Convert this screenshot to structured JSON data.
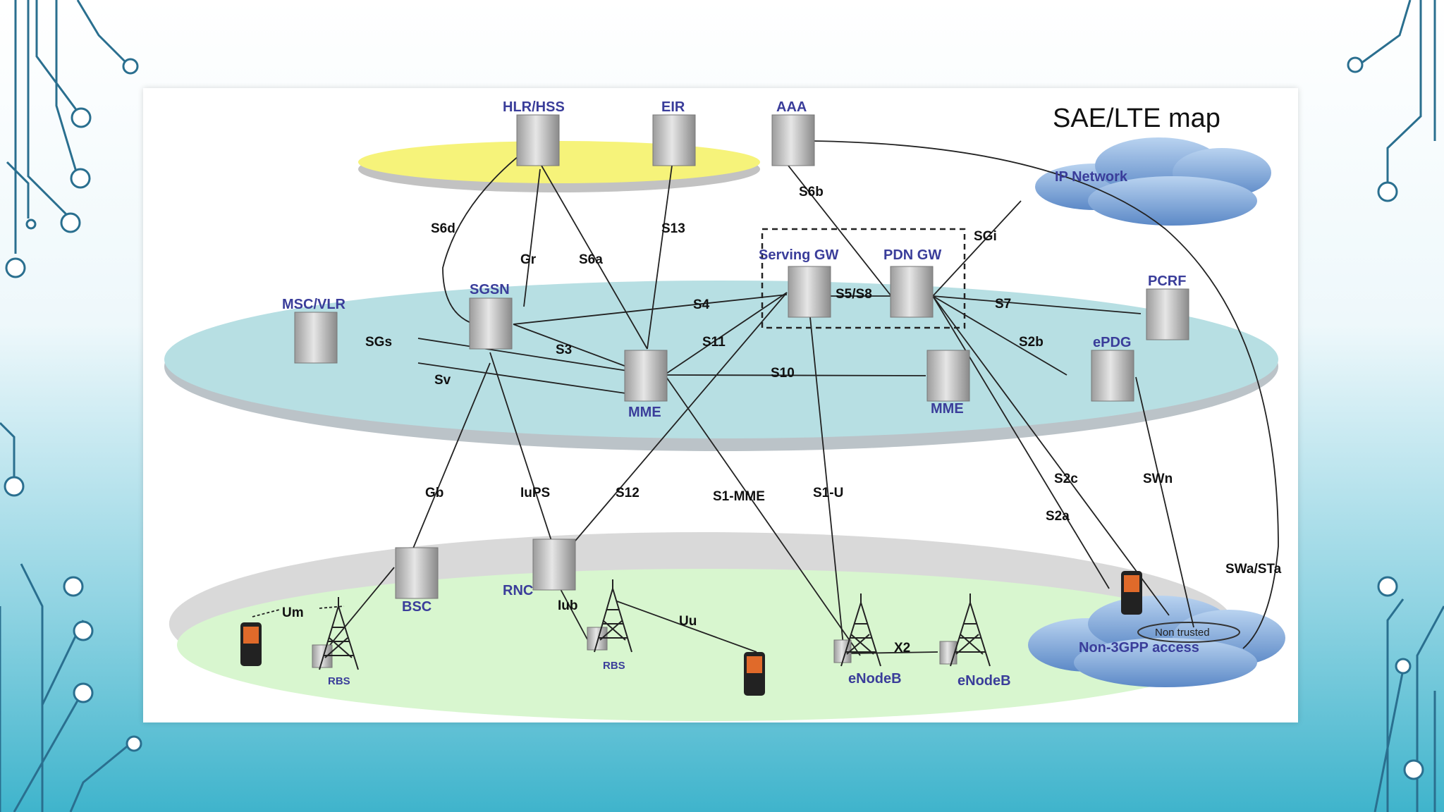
{
  "diagram": {
    "title": "SAE/LTE map",
    "colors": {
      "top_layer": "#f6f37a",
      "core_layer": "#b7dfe3",
      "access_layer": "#d8f6cf",
      "cloud": "#7fa6d8",
      "label": "#3a3d9a"
    },
    "nodes": {
      "hlr_hss": "HLR/HSS",
      "eir": "EIR",
      "aaa": "AAA",
      "ip_network": "IP Network",
      "serving_gw": "Serving  GW",
      "pdn_gw": "PDN GW",
      "pcrf": "PCRF",
      "msc_vlr": "MSC/VLR",
      "sgsn": "SGSN",
      "mme_1": "MME",
      "mme_2": "MME",
      "epdg": "ePDG",
      "bsc": "BSC",
      "rnc": "RNC",
      "rbs_1": "RBS",
      "rbs_2": "RBS",
      "enodeb_1": "eNodeB",
      "enodeb_2": "eNodeB",
      "non_trusted": "Non trusted",
      "non_3gpp": "Non-3GPP access"
    },
    "interfaces": {
      "s6b": "S6b",
      "s6d": "S6d",
      "s13": "S13",
      "sgi": "SGi",
      "gr": "Gr",
      "s6a": "S6a",
      "s4": "S4",
      "s5s8": "S5/S8",
      "s7": "S7",
      "sgs": "SGs",
      "s3": "S3",
      "s11": "S11",
      "s2b": "S2b",
      "sv": "Sv",
      "s10": "S10",
      "gb": "Gb",
      "iups": "IuPS",
      "s12": "S12",
      "s1mme": "S1-MME",
      "s1u": "S1-U",
      "s2c": "S2c",
      "swn": "SWn",
      "s2a": "S2a",
      "swa_sta": "SWa/STa",
      "um": "Um",
      "iub": "Iub",
      "uu": "Uu",
      "x2": "X2"
    }
  }
}
